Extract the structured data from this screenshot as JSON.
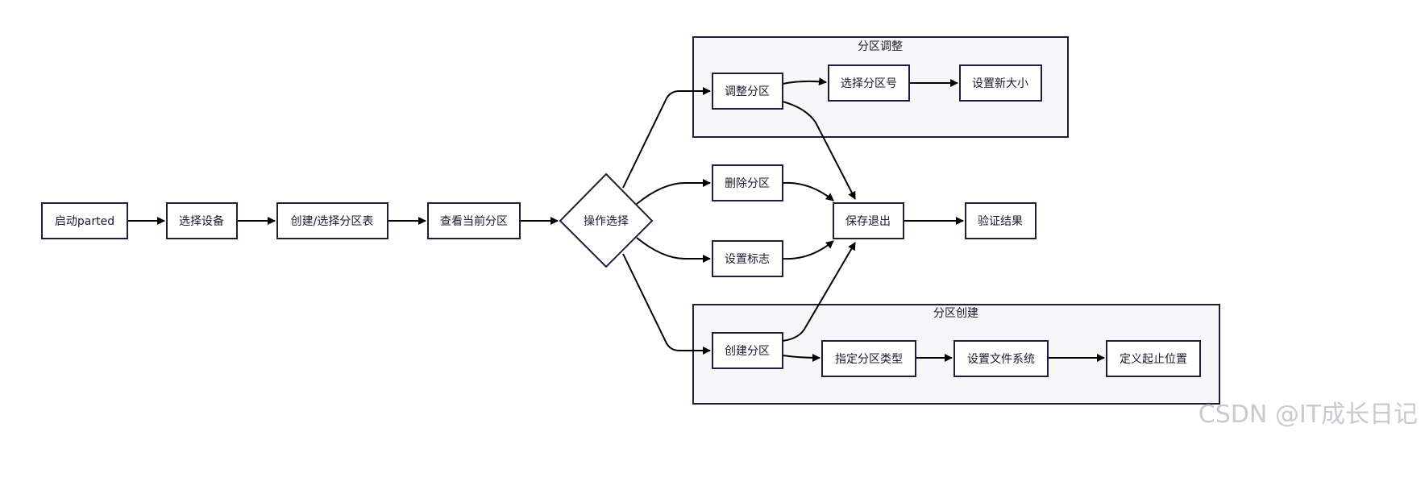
{
  "clusters": {
    "resize": {
      "title": "分区调整"
    },
    "create": {
      "title": "分区创建"
    }
  },
  "nodes": {
    "start": "启动parted",
    "select_device": "选择设备",
    "create_select_table": "创建/选择分区表",
    "view_partitions": "查看当前分区",
    "decision": "操作选择",
    "resize_partition": "调整分区",
    "select_partition_number": "选择分区号",
    "set_new_size": "设置新大小",
    "delete_partition": "删除分区",
    "set_flag": "设置标志",
    "save_exit": "保存退出",
    "verify_result": "验证结果",
    "create_partition": "创建分区",
    "specify_type": "指定分区类型",
    "set_filesystem": "设置文件系统",
    "define_range": "定义起止位置"
  },
  "watermark": "CSDN @IT成长日记"
}
